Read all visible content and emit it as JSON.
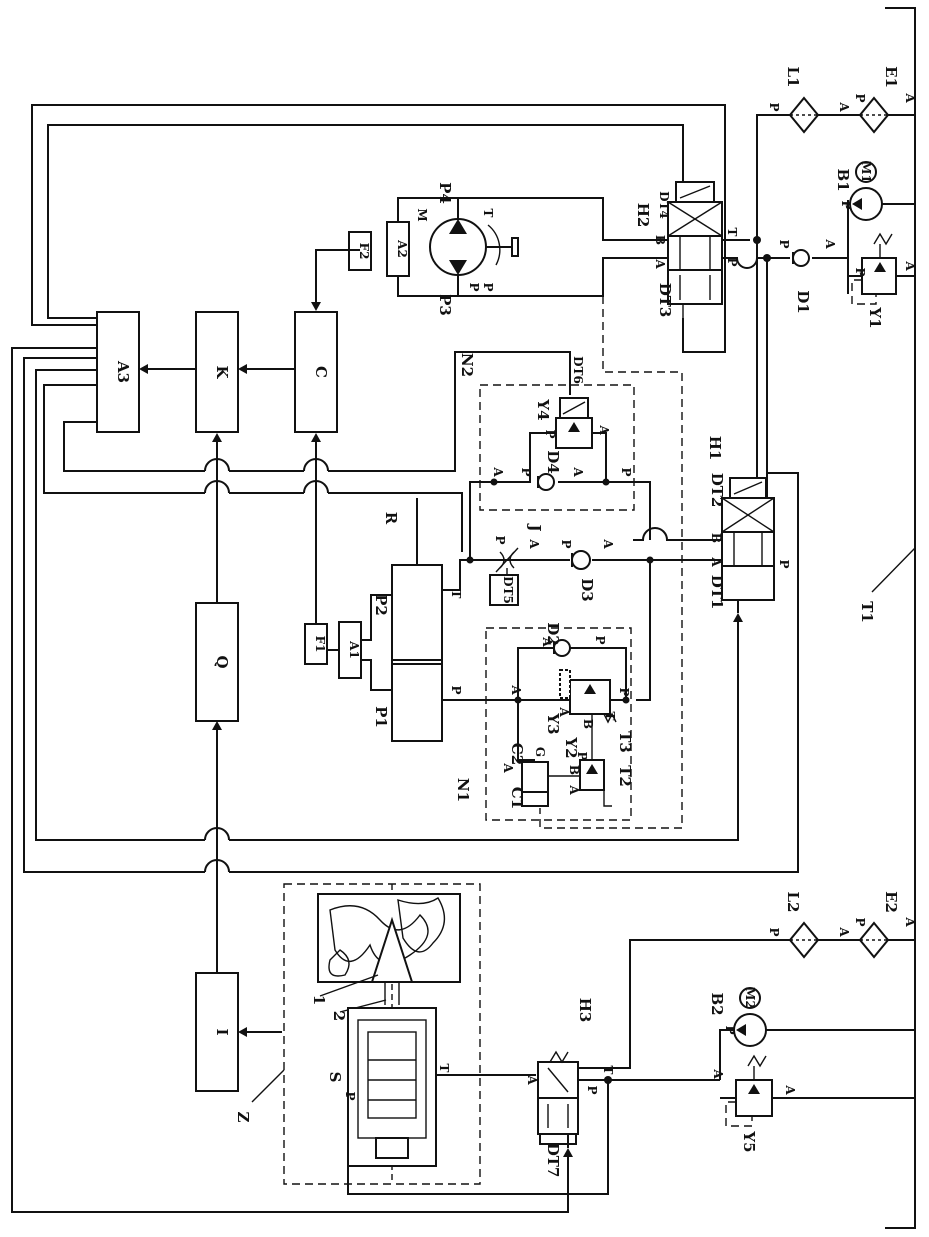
{
  "blocks": {
    "A3": "A3",
    "K": "K",
    "C": "C",
    "Q": "Q",
    "I": "I",
    "F1": "F1",
    "A1": "A1",
    "F2": "F2",
    "A2": "A2"
  },
  "valves": {
    "H1": "H1",
    "H2": "H2",
    "H3": "H3",
    "DT1": "DT1",
    "DT2": "DT2",
    "DT3": "DT3",
    "DT4": "DT4",
    "DT5": "DT5",
    "DT6": "DT6",
    "DT7": "DT7"
  },
  "components": {
    "L1": "L1",
    "L2": "L2",
    "E1": "E1",
    "E2": "E2",
    "B1": "B1",
    "B2": "B2",
    "M1": "M1",
    "M2": "M2",
    "Y1": "Y1",
    "Y2": "Y2",
    "Y3": "Y3",
    "Y4": "Y4",
    "Y5": "Y5",
    "D1": "D1",
    "D2": "D2",
    "D3": "D3",
    "D4": "D4",
    "J": "J",
    "R": "R",
    "S": "S",
    "Z": "Z",
    "T1": "T1",
    "N1": "N1",
    "N2": "N2",
    "M": "M",
    "P1": "P1",
    "P2": "P2",
    "P3": "P3",
    "P4": "P4",
    "C1": "C1",
    "C2": "C2",
    "G": "G",
    "T2": "T2",
    "T3": "T3",
    "n1": "1",
    "n2": "2"
  },
  "ports": {
    "P": "P",
    "A": "A",
    "B": "B",
    "T": "T"
  }
}
